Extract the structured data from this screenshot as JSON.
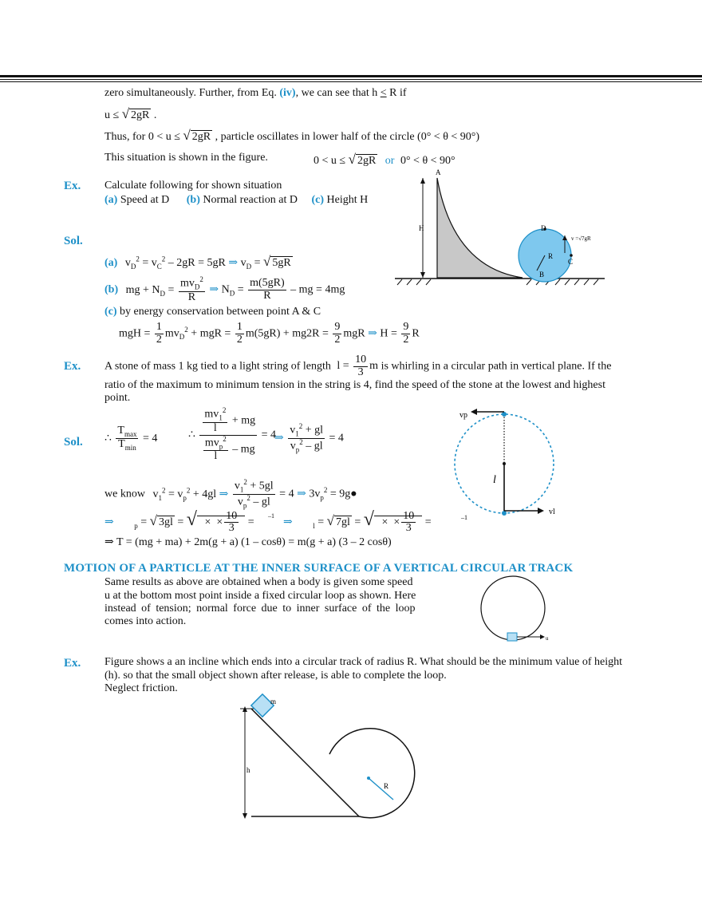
{
  "page": {
    "line1": "zero simultaneously. Further, from Eq.",
    "eq_ref": "(iv)",
    "line1_end": ", we can see that h",
    "le": "<",
    "line1_tail": "R if",
    "line2": "u  ≤",
    "line2_sqrt": "2gR",
    "line3_a": "Thus, for 0 < u  ≤",
    "line3_b": ", particle oscillates in lower half of the circle (0° < θ < 90°)",
    "line4": "This situation is shown in the figure.",
    "line4_cond": "0 < u ≤",
    "line4_or": "or",
    "line4_angle": "0° < θ < 90°"
  },
  "ex1": {
    "label": "Ex.",
    "question": "Calculate following for shown situation",
    "a_label": "(a)",
    "a_text": "Speed at D",
    "b_label": "(b)",
    "b_text": "Normal reaction at D",
    "c_label": "(c)",
    "c_text": "Height H",
    "figure": {
      "A": "A",
      "H": "H",
      "D": "D",
      "R": "R",
      "C": "C",
      "B": "B",
      "vc": "v  =√7gR"
    }
  },
  "sol1": {
    "label": "Sol.",
    "a_label": "(a)",
    "a_eq": "v_D² = v_C² − 2gR = 5gR  ⇒  v_D = √5gR",
    "b_label": "(b)",
    "b_eq": "mg + N_D = mv_D²/R  ⇒  N_D = m(5gR)/R − mg = 4mg",
    "c_label": "(c)",
    "c_text": "by energy conservation between point A & C",
    "c_eq": "mgH = ½mv_D² + mgR = ½m(5gR) + mg2R = 9/2 mgR  ⇒  H = 9/2 R"
  },
  "ex2": {
    "label": "Ex.",
    "text_a": "A stone of mass 1 kg tied to a light string of length",
    "length": "l = 10/3 m",
    "text_b": "is whirling   in a circular path in vertical plane. If the",
    "text_c": "ratio of the maximum to minimum tension in the string is 4, find the speed of the stone at the lowest and highest",
    "text_d": "point.",
    "figure": {
      "vp": "vp",
      "l": "l",
      "vl": "vl",
      "minus1_right": "–1"
    }
  },
  "sol2": {
    "label": "Sol.",
    "ratio": "Tmax/Tmin = 4",
    "step2": "(mv1²/l + mg)/(mvp²/l − mg) = 4",
    "step3": "(v1² + gl)/(vp² − gl) = 4",
    "weknow": "we know",
    "step4": "v1² = vp² + 4gl  ⇒  (v1² + 5gl)/(vp² − gl) = 4  ⇒  3vp² = 9g",
    "step5a": "⇒  p = √3gl = √( × × 10/3) =",
    "minus1": "–1",
    "step5b": "⇒  l = √7gl = √( × × 10/3) =",
    "final": "⇒ T = (mg + ma) + 2m(g + a) (1 – cosθ) = m(g + a) (3 – 2 cosθ)"
  },
  "section": {
    "title": "MOTION OF A PARTICLE AT THE INNER SURFACE OF A VERTICAL CIRCULAR TRACK",
    "p1": "Same results as above are obtained when a body is given  some speed",
    "p2": "u at the bottom most point inside a fixed circular  loop as shown. Here",
    "p3": "instead of tension; normal force due to inner surface of the loop",
    "p4": "comes into action.",
    "fig_u": "u"
  },
  "ex3": {
    "label": "Ex.",
    "line1": "Figure shows a an incline which ends into a circular track of radius R. What should be the minimum value of height",
    "line2": "(h). so that the small object shown after release, is able to complete the loop.",
    "line3": "Neglect friction.",
    "figure": {
      "m": "m",
      "h": "h",
      "R": "R"
    }
  },
  "colors": {
    "accent": "#1e90c8",
    "circle_fill": "#7ec8ee",
    "incline_fill": "#c8c8c8"
  }
}
